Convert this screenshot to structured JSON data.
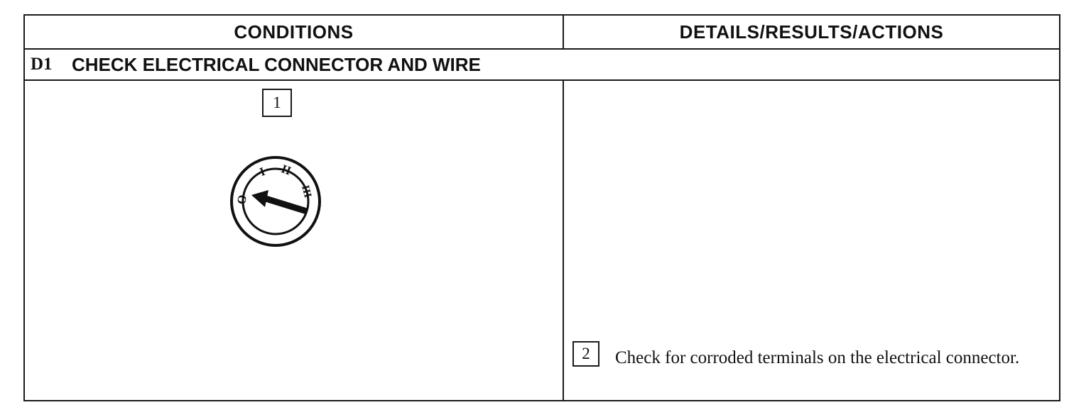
{
  "table": {
    "header": {
      "conditions": "CONDITIONS",
      "details": "DETAILS/RESULTS/ACTIONS"
    },
    "step": {
      "number": "D1",
      "title": "CHECK ELECTRICAL CONNECTOR AND WIRE"
    },
    "conditions_cell": {
      "callout": "1",
      "figure": {
        "icon": "ignition-switch-icon",
        "position_labels": [
          "O",
          "I",
          "II",
          "III"
        ]
      }
    },
    "details_cell": {
      "callout": "2",
      "text": "Check for corroded terminals on the electrical connector."
    }
  }
}
